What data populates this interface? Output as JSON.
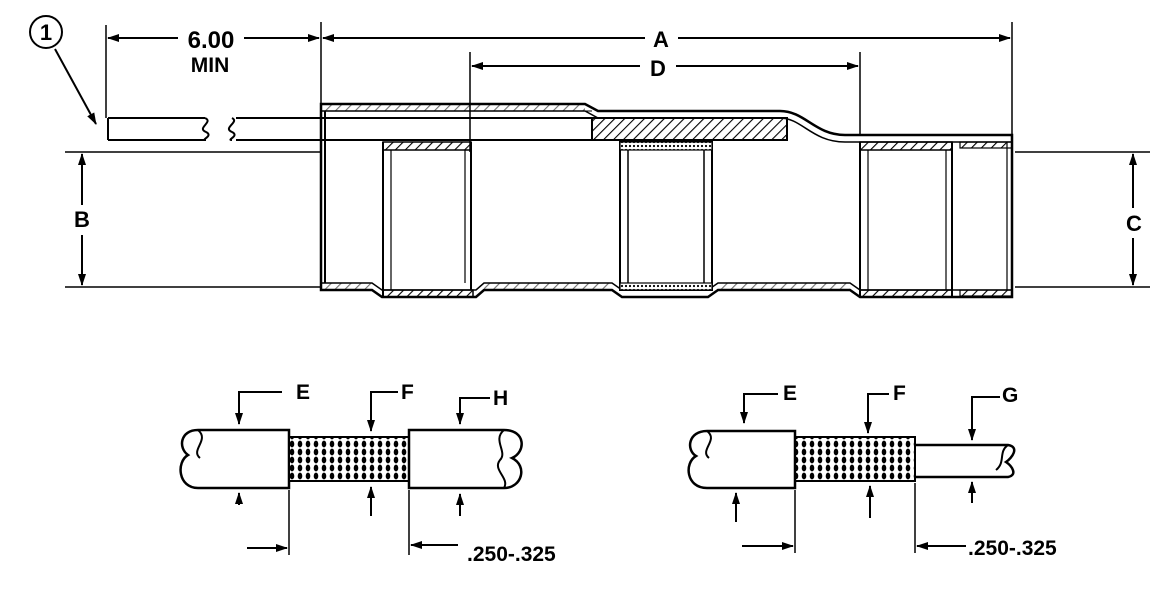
{
  "callout": {
    "number": "1"
  },
  "dimensions": {
    "strip_length": "6.00",
    "strip_length_note": "MIN",
    "A": "A",
    "B": "B",
    "C": "C",
    "D": "D"
  },
  "detail_left": {
    "labels": {
      "E": "E",
      "F": "F",
      "H": "H"
    },
    "tolerance": ".250-.325"
  },
  "detail_right": {
    "labels": {
      "E": "E",
      "F": "F",
      "G": "G"
    },
    "tolerance": ".250-.325"
  },
  "colors": {
    "ink": "#000000",
    "paper": "#ffffff"
  }
}
